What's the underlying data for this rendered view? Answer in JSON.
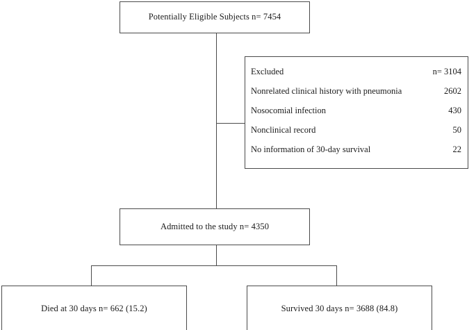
{
  "figure": {
    "type": "flowchart",
    "orientation": "top-down",
    "line_color": "#4a4a4a",
    "background_color": "#ffffff"
  },
  "nodes": {
    "eligible": {
      "label": "Potentially Eligible Subjects n= 7454",
      "count": 7454
    },
    "excluded": {
      "title": "Excluded",
      "title_value": "n= 3104",
      "count": 3104,
      "reasons": [
        {
          "label": "Nonrelated clinical history with pneumonia",
          "value": "2602"
        },
        {
          "label": "Nosocomial infection",
          "value": "430"
        },
        {
          "label": "Nonclinical record",
          "value": "50"
        },
        {
          "label": "No information of 30-day survival",
          "value": "22"
        }
      ]
    },
    "admitted": {
      "label": "Admitted to the study n= 4350",
      "count": 4350
    },
    "died": {
      "label": "Died at 30 days n= 662 (15.2)",
      "count": 662,
      "percent": "15.2"
    },
    "survived": {
      "label": "Survived 30 days n= 3688 (84.8)",
      "count": 3688,
      "percent": "84.8"
    }
  }
}
